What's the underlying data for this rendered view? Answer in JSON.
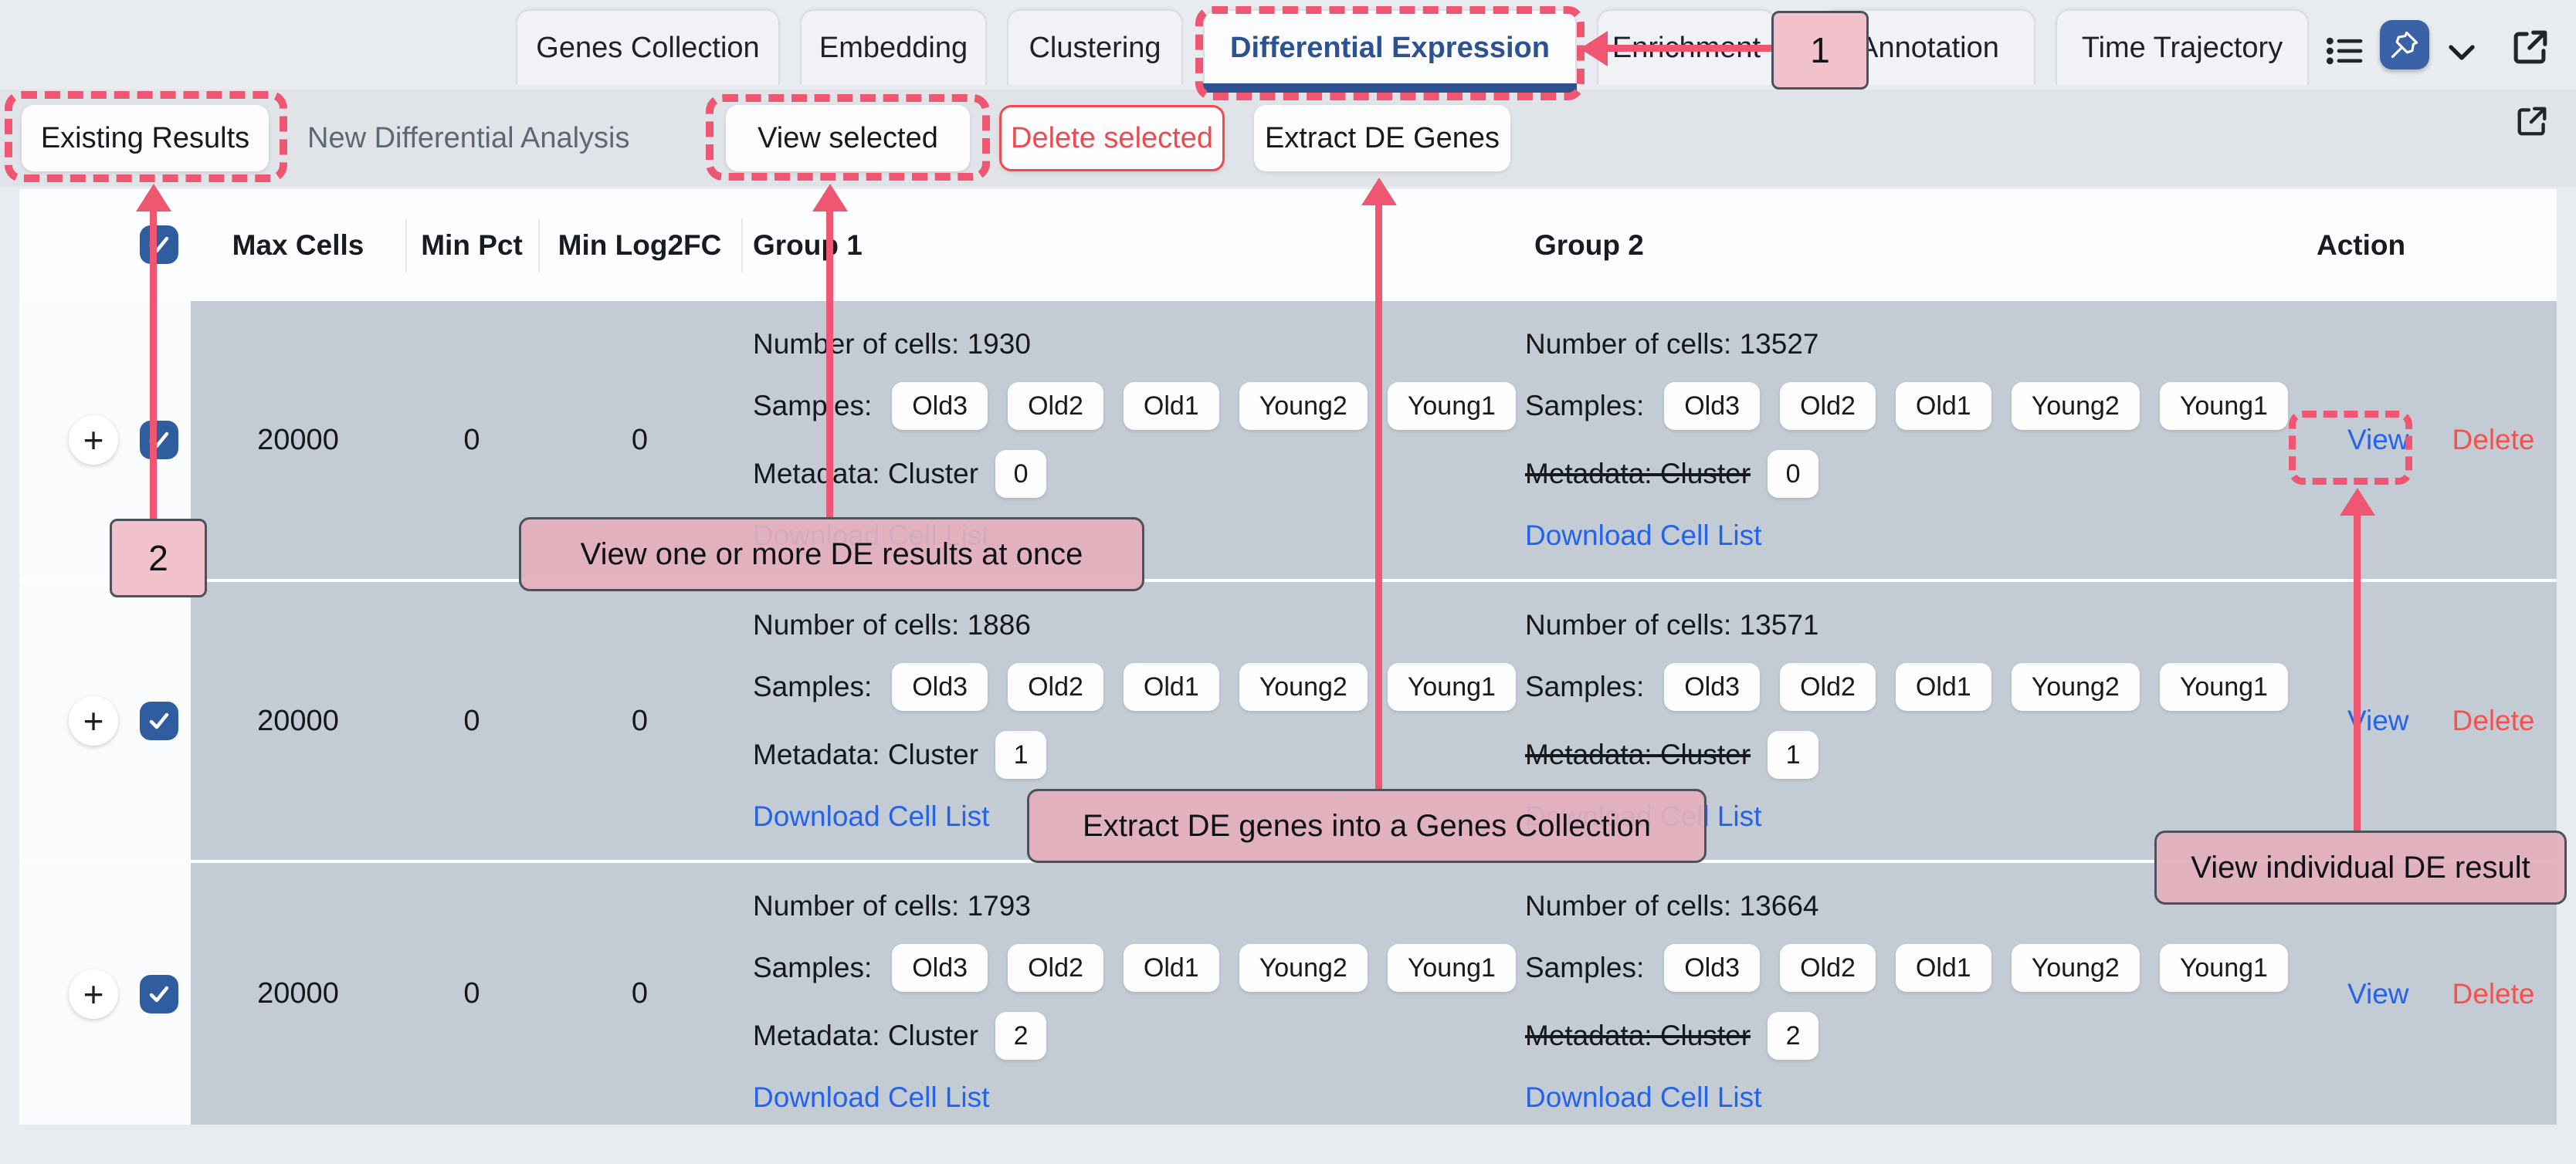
{
  "tab_bar": {
    "tabs": [
      {
        "label": "Genes Collection"
      },
      {
        "label": "Embedding"
      },
      {
        "label": "Clustering"
      },
      {
        "label": "Differential Expression"
      },
      {
        "label": "Enrichment"
      },
      {
        "label": "Annotation"
      },
      {
        "label": "Time Trajectory"
      }
    ],
    "active_tab": "Differential Expression"
  },
  "toolbar": {
    "existing_results": "Existing Results",
    "new_differential_analysis": "New Differential Analysis",
    "view_selected": "View selected",
    "delete_selected": "Delete selected",
    "extract_de_genes": "Extract DE Genes"
  },
  "table": {
    "headers": {
      "max_cells": "Max Cells",
      "min_pct": "Min Pct",
      "min_log2fc": "Min Log2FC",
      "group1": "Group 1",
      "group2": "Group 2",
      "action": "Action"
    },
    "labels": {
      "samples": "Samples:",
      "metadata_cluster": "Metadata: Cluster",
      "download_cell_list": "Download Cell List",
      "view": "View",
      "delete": "Delete",
      "expand": "+"
    },
    "samples": [
      "Old3",
      "Old2",
      "Old1",
      "Young2",
      "Young1"
    ],
    "rows": [
      {
        "max_cells": "20000",
        "min_pct": "0",
        "min_log2fc": "0",
        "group1": {
          "cells": "Number of cells: 1930",
          "cluster": "0"
        },
        "group2": {
          "cells": "Number of cells: 13527",
          "cluster": "0"
        }
      },
      {
        "max_cells": "20000",
        "min_pct": "0",
        "min_log2fc": "0",
        "group1": {
          "cells": "Number of cells: 1886",
          "cluster": "1"
        },
        "group2": {
          "cells": "Number of cells: 13571",
          "cluster": "1"
        }
      },
      {
        "max_cells": "20000",
        "min_pct": "0",
        "min_log2fc": "0",
        "group1": {
          "cells": "Number of cells: 1793",
          "cluster": "2"
        },
        "group2": {
          "cells": "Number of cells: 13664",
          "cluster": "2"
        }
      }
    ]
  },
  "annotations": {
    "step_1": "1",
    "step_2": "2",
    "view_selected_tooltip": "View one or more DE results at once",
    "extract_tooltip": "Extract DE genes into a Genes Collection",
    "view_individual_tooltip": "View individual DE result"
  },
  "colors": {
    "active_tab_blue": "#2d5191",
    "checkbox_blue": "#2f5d9f",
    "link_blue": "#2463ea",
    "danger_red": "#f5504e",
    "annotation_pink": "#ee5671",
    "tooltip_pink": "#e3aebc",
    "row_gray": "#c3ccd5"
  }
}
